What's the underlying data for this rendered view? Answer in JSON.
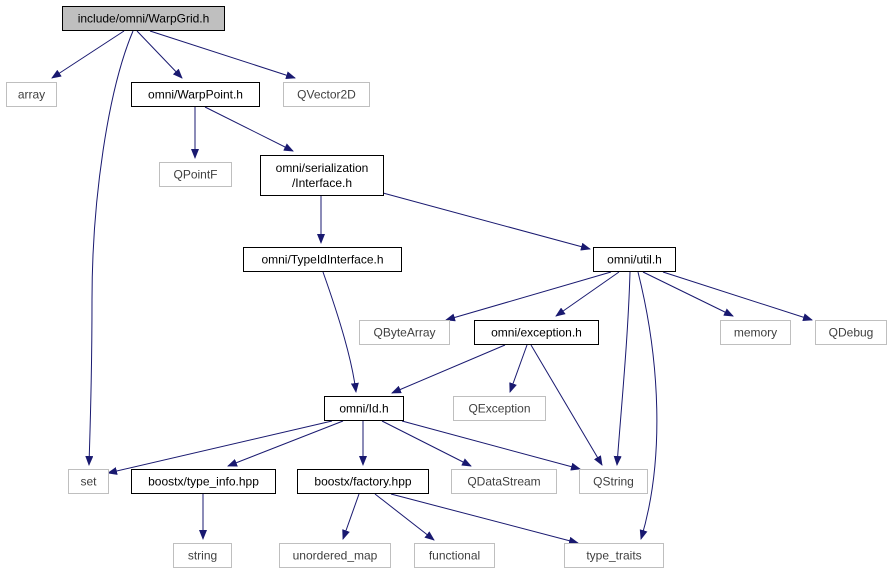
{
  "colors": {
    "edge": "#191970",
    "arrowhead": "#191970",
    "root_fill": "#bfbfbf",
    "root_border": "#000000",
    "local_border": "#000000",
    "external_border": "#bfbfbf",
    "external_text": "#404040",
    "node_text": "#000000"
  },
  "nodes": [
    {
      "id": "warpgrid",
      "label": "include/omni/WarpGrid.h",
      "kind": "root"
    },
    {
      "id": "array",
      "label": "array",
      "kind": "external"
    },
    {
      "id": "warppoint",
      "label": "omni/WarpPoint.h",
      "kind": "local"
    },
    {
      "id": "qvector2d",
      "label": "QVector2D",
      "kind": "external"
    },
    {
      "id": "qpointf",
      "label": "QPointF",
      "kind": "external"
    },
    {
      "id": "serialization",
      "label": [
        "omni/serialization",
        "/Interface.h"
      ],
      "kind": "local"
    },
    {
      "id": "typeid",
      "label": "omni/TypeIdInterface.h",
      "kind": "local"
    },
    {
      "id": "util",
      "label": "omni/util.h",
      "kind": "local"
    },
    {
      "id": "qbytearray",
      "label": "QByteArray",
      "kind": "external"
    },
    {
      "id": "exception",
      "label": "omni/exception.h",
      "kind": "local"
    },
    {
      "id": "memory",
      "label": "memory",
      "kind": "external"
    },
    {
      "id": "qdebug",
      "label": "QDebug",
      "kind": "external"
    },
    {
      "id": "id",
      "label": "omni/Id.h",
      "kind": "local"
    },
    {
      "id": "qexception",
      "label": "QException",
      "kind": "external"
    },
    {
      "id": "set",
      "label": "set",
      "kind": "external"
    },
    {
      "id": "typeinfo",
      "label": "boostx/type_info.hpp",
      "kind": "local"
    },
    {
      "id": "factory",
      "label": "boostx/factory.hpp",
      "kind": "local"
    },
    {
      "id": "qdatastream",
      "label": "QDataStream",
      "kind": "external"
    },
    {
      "id": "qstring",
      "label": "QString",
      "kind": "external"
    },
    {
      "id": "string",
      "label": "string",
      "kind": "external"
    },
    {
      "id": "unordered_map",
      "label": "unordered_map",
      "kind": "external"
    },
    {
      "id": "functional",
      "label": "functional",
      "kind": "external"
    },
    {
      "id": "type_traits",
      "label": "type_traits",
      "kind": "external"
    }
  ],
  "edges": [
    {
      "from": "warpgrid",
      "to": "array"
    },
    {
      "from": "warpgrid",
      "to": "warppoint"
    },
    {
      "from": "warpgrid",
      "to": "qvector2d"
    },
    {
      "from": "warpgrid",
      "to": "set"
    },
    {
      "from": "warppoint",
      "to": "qpointf"
    },
    {
      "from": "warppoint",
      "to": "serialization"
    },
    {
      "from": "serialization",
      "to": "typeid"
    },
    {
      "from": "serialization",
      "to": "util"
    },
    {
      "from": "typeid",
      "to": "id"
    },
    {
      "from": "util",
      "to": "qbytearray"
    },
    {
      "from": "util",
      "to": "exception"
    },
    {
      "from": "util",
      "to": "memory"
    },
    {
      "from": "util",
      "to": "qdebug"
    },
    {
      "from": "util",
      "to": "qstring"
    },
    {
      "from": "util",
      "to": "type_traits"
    },
    {
      "from": "exception",
      "to": "id"
    },
    {
      "from": "exception",
      "to": "qexception"
    },
    {
      "from": "exception",
      "to": "qstring"
    },
    {
      "from": "id",
      "to": "set"
    },
    {
      "from": "id",
      "to": "typeinfo"
    },
    {
      "from": "id",
      "to": "factory"
    },
    {
      "from": "id",
      "to": "qdatastream"
    },
    {
      "from": "id",
      "to": "qstring"
    },
    {
      "from": "typeinfo",
      "to": "string"
    },
    {
      "from": "factory",
      "to": "unordered_map"
    },
    {
      "from": "factory",
      "to": "functional"
    },
    {
      "from": "factory",
      "to": "type_traits"
    }
  ]
}
